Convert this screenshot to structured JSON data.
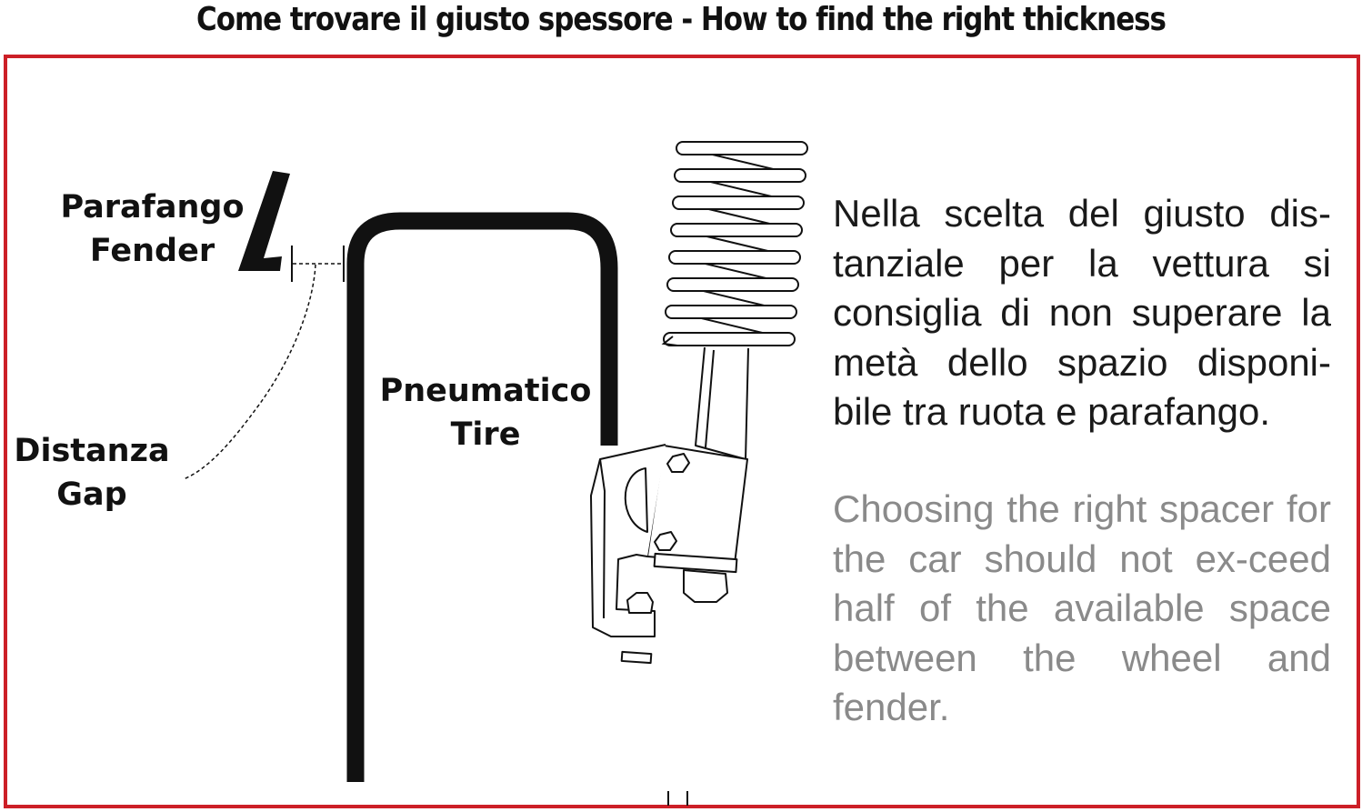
{
  "title": "Come trovare il giusto spessore - How to find the right thickness",
  "colors": {
    "frame": "#cc1f27",
    "ink": "#111111",
    "secondary_text": "#8a8a8a"
  },
  "labels": {
    "fender_it": "Parafango",
    "fender_en": "Fender",
    "tire_it": "Pneumatico",
    "tire_en": "Tire",
    "gap_it": "Distanza",
    "gap_en": "Gap"
  },
  "text": {
    "italian": "Nella scelta del giusto dis-tanziale per la vettura si consiglia di non superare la metà dello spazio disponi-bile tra ruota e parafango.",
    "english": "Choosing the right spacer for the car should not ex-ceed half of the available space between the wheel and fender."
  }
}
